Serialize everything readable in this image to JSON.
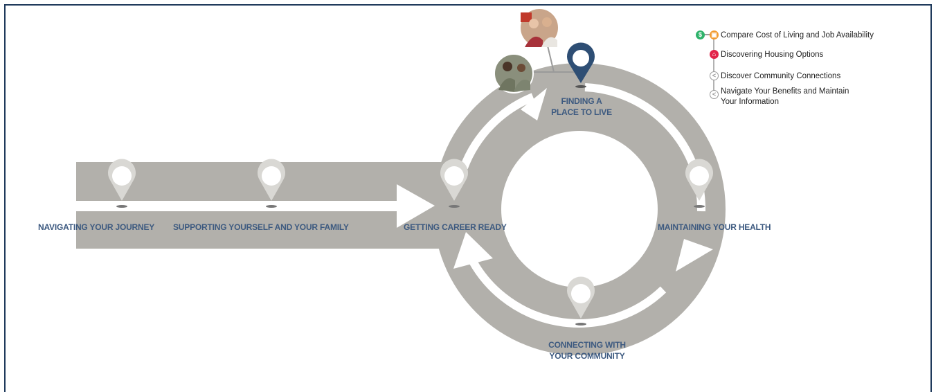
{
  "stages": {
    "navigating": "NAVIGATING YOUR JOURNEY",
    "supporting": "SUPPORTING YOURSELF AND YOUR FAMILY",
    "career": "GETTING CAREER READY",
    "housing_line1": "FINDING A",
    "housing_line2": "PLACE TO LIVE",
    "health": "MAINTAINING YOUR HEALTH",
    "community_line1": "CONNECTING WITH",
    "community_line2": "YOUR COMMUNITY"
  },
  "legend": {
    "items": [
      {
        "label": "Compare Cost of Living and Job Availability",
        "icons": [
          "dollar-icon",
          "briefcase-icon"
        ]
      },
      {
        "label": "Discovering Housing Options",
        "icons": [
          "house-icon"
        ]
      },
      {
        "label": "Discover Community Connections",
        "icons": [
          "share-icon"
        ]
      },
      {
        "label": "Navigate Your Benefits and Maintain",
        "icons": [
          "share-icon"
        ]
      },
      {
        "label": "Your Information",
        "icons": []
      }
    ]
  },
  "colors": {
    "track": "#b2b0ab",
    "label": "#3d5a80",
    "active_pin": "#2e4e74",
    "pin": "#c8c7c3",
    "legend_green": "#2fb36b",
    "legend_orange": "#f29a2e",
    "legend_red": "#e2254a",
    "legend_grey": "#9a9a9a",
    "border": "#1f3a5c"
  }
}
